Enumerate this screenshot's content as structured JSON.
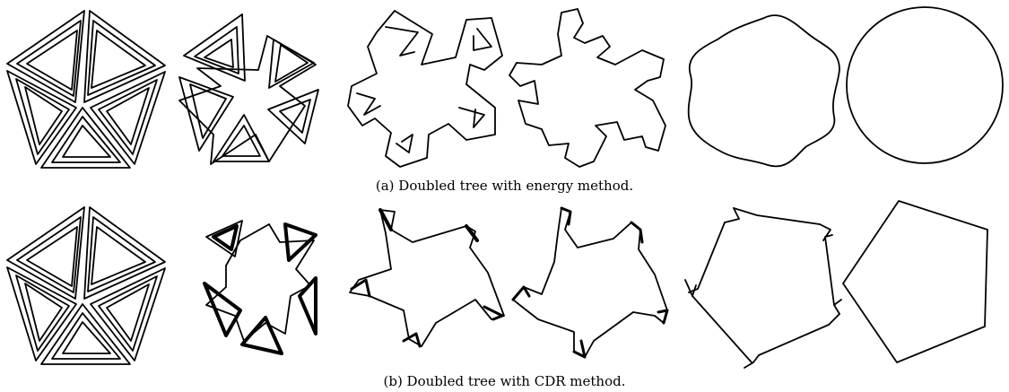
{
  "figure": {
    "stroke_color": "#000000",
    "background": "#ffffff",
    "rows": [
      {
        "id": "energy",
        "caption": "(a) Doubled tree with energy method.",
        "frames": [
          {
            "label": "initial-doubled-tree"
          },
          {
            "label": "step-1"
          },
          {
            "label": "step-2"
          },
          {
            "label": "step-3"
          },
          {
            "label": "step-4"
          },
          {
            "label": "final-circle"
          }
        ]
      },
      {
        "id": "cdr",
        "caption": "(b) Doubled tree with CDR method.",
        "frames": [
          {
            "label": "initial-doubled-tree"
          },
          {
            "label": "step-1"
          },
          {
            "label": "step-2"
          },
          {
            "label": "step-3"
          },
          {
            "label": "step-4"
          },
          {
            "label": "final-pentagon"
          }
        ]
      }
    ]
  }
}
